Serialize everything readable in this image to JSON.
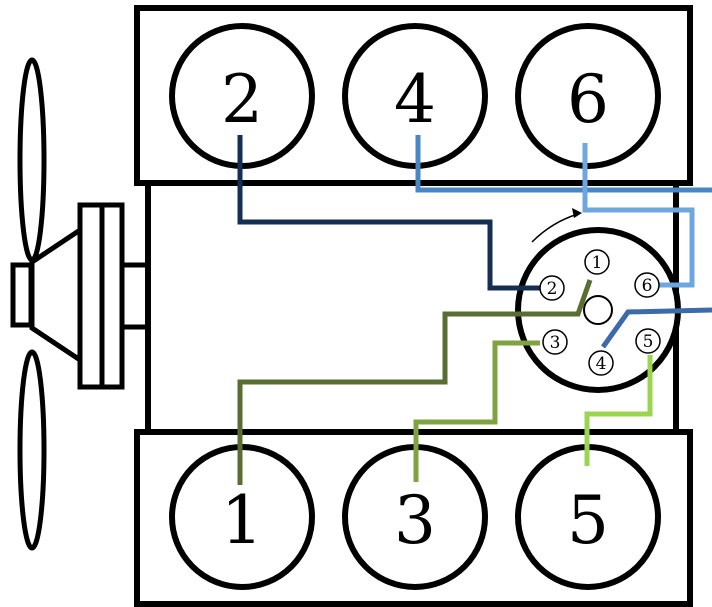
{
  "cylinders": {
    "top_bank": [
      {
        "label": "2",
        "wire_color": "#142f52"
      },
      {
        "label": "4",
        "wire_color": "#4a86c4"
      },
      {
        "label": "6",
        "wire_color": "#6ea6df"
      }
    ],
    "bottom_bank": [
      {
        "label": "1",
        "wire_color": "#5a6e33"
      },
      {
        "label": "3",
        "wire_color": "#7fa340"
      },
      {
        "label": "5",
        "wire_color": "#9ad550"
      }
    ]
  },
  "distributor": {
    "terminals": [
      "1",
      "2",
      "3",
      "4",
      "5",
      "6"
    ],
    "rotation_arrow": "clockwise"
  },
  "icons": [
    "fan-icon",
    "pulley-icon",
    "rotation-arrow-icon"
  ]
}
